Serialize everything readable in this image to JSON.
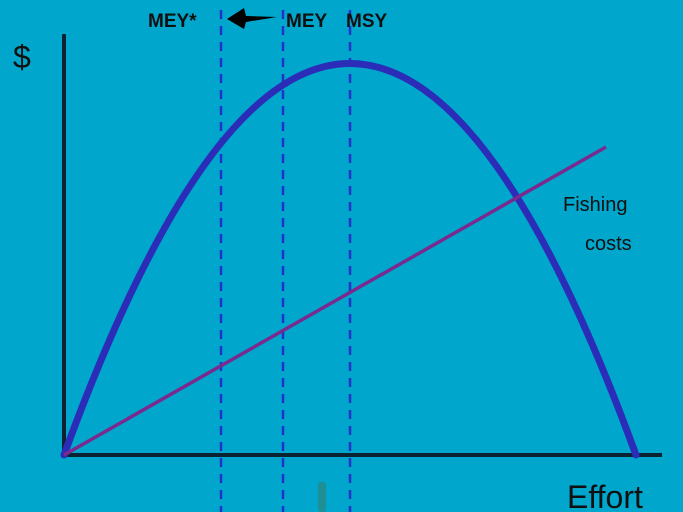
{
  "chart_data": {
    "type": "line",
    "xlabel": "Effort",
    "ylabel": "$",
    "series": [
      {
        "kind": "curve",
        "label": ""
      },
      {
        "kind": "line",
        "label": "Fishing costs",
        "label_lines": [
          "Fishing",
          "costs"
        ]
      }
    ],
    "reference_lines": [
      {
        "label": "MEY*"
      },
      {
        "label": "MEY"
      },
      {
        "label": "MSY"
      }
    ],
    "annotations": {
      "arrow": "MEY to MEY*"
    }
  },
  "colors": {
    "background": "#00A6CC",
    "revenue_curve": "#2B2DB8",
    "cost_line": "#7A2A8E",
    "axes": "#0B2233",
    "reference_lines": "#2233CC",
    "arrow": "#000000",
    "text": "#101010"
  }
}
